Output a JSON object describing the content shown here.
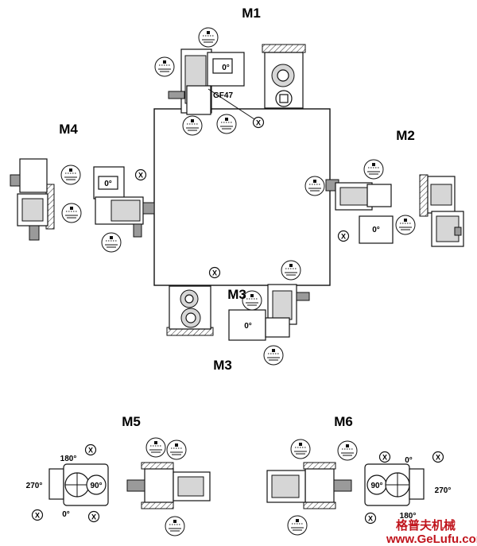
{
  "labels": {
    "m1": "M1",
    "m2": "M2",
    "m3_top": "M3",
    "m3_bottom": "M3",
    "m4": "M4",
    "m5": "M5",
    "m6": "M6",
    "model": "GF47"
  },
  "terminal_box": {
    "angle_0": "0°",
    "marker": "X"
  },
  "m5_angles": {
    "top": "180°",
    "right": "90°",
    "left": "270°",
    "bottom": "0°"
  },
  "m6_angles": {
    "top": "0°",
    "left": "90°",
    "right": "270°",
    "bottom": "180°"
  },
  "watermark": {
    "cn": "格普夫机械",
    "url": "www.GeLufu.com"
  }
}
